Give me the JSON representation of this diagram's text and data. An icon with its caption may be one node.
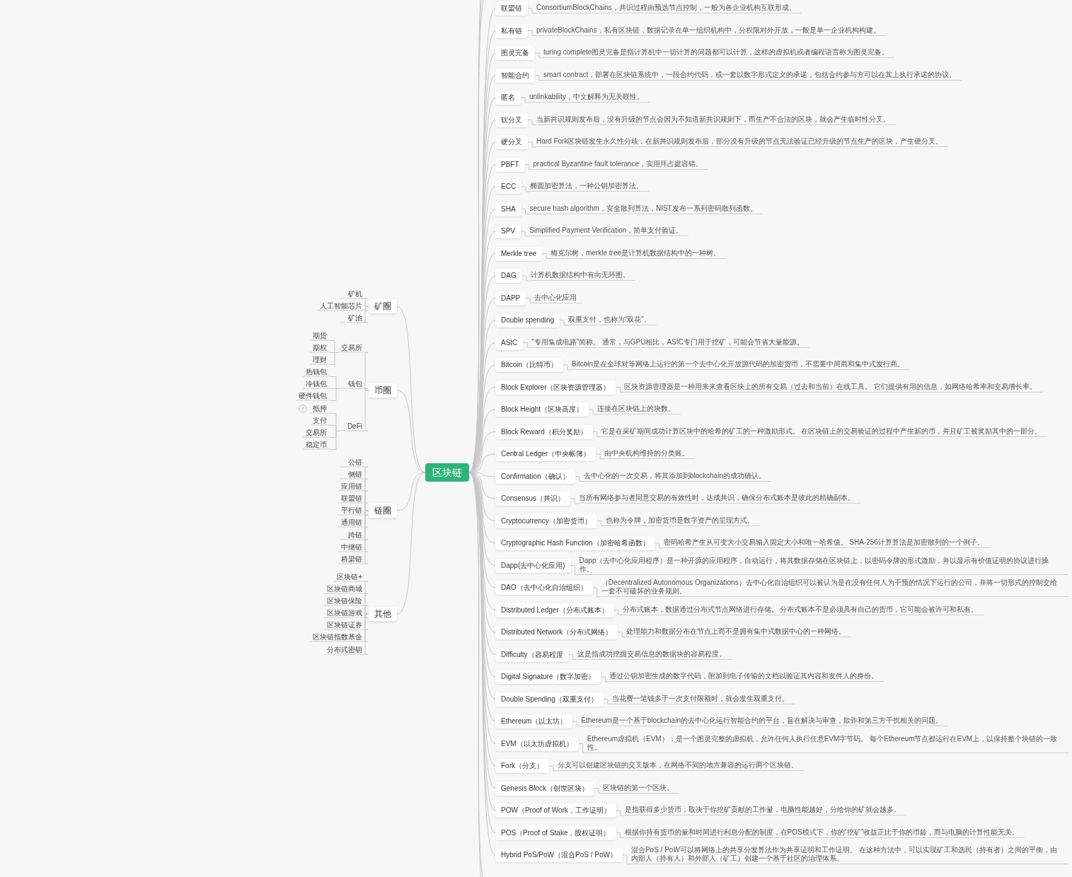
{
  "diagram": {
    "nodes": [
      {
        "text": [
          "区块链"
        ]
      },
      {
        "text": [
          "矿圈"
        ]
      },
      {
        "text": [
          "矿机"
        ]
      },
      {
        "text": [
          "人工智能芯片"
        ]
      },
      {
        "text": [
          "矿池"
        ]
      },
      {
        "text": [
          "币圈"
        ]
      },
      {
        "text": [
          "交易所"
        ]
      },
      {
        "text": [
          "期货"
        ]
      },
      {
        "text": [
          "期权"
        ]
      },
      {
        "text": [
          "理财"
        ]
      },
      {
        "text": [
          "钱包"
        ]
      },
      {
        "text": [
          "热钱包"
        ]
      },
      {
        "text": [
          "冷钱包"
        ]
      },
      {
        "text": [
          "硬件钱包"
        ]
      },
      {
        "text": [
          "DeFi"
        ]
      },
      {
        "text": [
          "抵押"
        ]
      },
      {
        "text": [
          "支付"
        ]
      },
      {
        "text": [
          "交易所"
        ]
      },
      {
        "text": [
          "稳定币"
        ]
      },
      {
        "text": [
          "链圈"
        ]
      },
      {
        "text": [
          "公链"
        ]
      },
      {
        "text": [
          "侧链"
        ]
      },
      {
        "text": [
          "应用链"
        ]
      },
      {
        "text": [
          "联盟链"
        ]
      },
      {
        "text": [
          "平行链"
        ]
      },
      {
        "text": [
          "通用链"
        ]
      },
      {
        "text": [
          "跨链"
        ]
      },
      {
        "text": [
          "中继链"
        ]
      },
      {
        "text": [
          "桥梁链"
        ]
      },
      {
        "text": [
          "其他"
        ]
      },
      {
        "text": [
          "区块链+"
        ]
      },
      {
        "text": [
          "区块链商城"
        ]
      },
      {
        "text": [
          "区块链保险"
        ]
      },
      {
        "text": [
          "区块链游戏"
        ]
      },
      {
        "text": [
          "区块链证券"
        ]
      },
      {
        "text": [
          "区块链指数基金"
        ]
      },
      {
        "text": [
          "分布式密钥"
        ]
      },
      {
        "text": [
          "联盟链"
        ]
      },
      {
        "text": [
          "ConsortiumBlockChains，共识过程由预选节点控制，一般为各企业机构互联形成。"
        ]
      },
      {
        "text": [
          "私有链"
        ]
      },
      {
        "text": [
          "privateBlockChains，私有区块链，数据记录在单一组织机构中，分权限对外开放，一般是单一企业机构构建。"
        ]
      },
      {
        "text": [
          "图灵完备"
        ]
      },
      {
        "text": [
          "turing complete图灵完备是指计算机中一切计算的问题都可以计算，这样的虚拟机或者编程语言称为图灵完备。"
        ]
      },
      {
        "text": [
          "智能合约"
        ]
      },
      {
        "text": [
          "smart contract，部署在区块链系统中，一段合约代码，或一套以数字形式定义的承诺，包括合约参与方可以在其上执行承诺的协议。"
        ]
      },
      {
        "text": [
          "匿名"
        ]
      },
      {
        "text": [
          "unlinkability，中文解释为无关联性。"
        ]
      },
      {
        "text": [
          "软分叉"
        ]
      },
      {
        "text": [
          "当新共识规则发布后，没有升级的节点会因为不知道新共识规则下，而生产不合法的区块，就会产生临时性分叉。"
        ]
      },
      {
        "text": [
          "硬分叉"
        ]
      },
      {
        "text": [
          "Hard Fork区块链发生永久性分歧，在新共识规则发布后，部分没有升级的节点无法验证已经升级的节点生产的区块，产生硬分叉。"
        ]
      },
      {
        "text": [
          "PBFT"
        ]
      },
      {
        "text": [
          "practical Byzantine fault tolerance，实用拜占庭容错。"
        ]
      },
      {
        "text": [
          "ECC"
        ]
      },
      {
        "text": [
          "椭圆加密算法，一种公钥加密算法。"
        ]
      },
      {
        "text": [
          "SHA"
        ]
      },
      {
        "text": [
          "secure hash algorithm，安全散列算法，NIST发布一系列密码散列函数。"
        ]
      },
      {
        "text": [
          "SPV"
        ]
      },
      {
        "text": [
          "Simplified Payment Verification，简单支付验证。"
        ]
      },
      {
        "text": [
          "Merkle tree"
        ]
      },
      {
        "text": [
          "梅克尔树，merkle tree是计算机数据结构中的一种树。"
        ]
      },
      {
        "text": [
          "DAG"
        ]
      },
      {
        "text": [
          "计算机数据结构中有向无环图。"
        ]
      },
      {
        "text": [
          "DAPP"
        ]
      },
      {
        "text": [
          "去中心化应用"
        ]
      },
      {
        "text": [
          "Double spending"
        ]
      },
      {
        "text": [
          "双重支付，也称为“双花”。"
        ]
      },
      {
        "text": [
          "ASIC"
        ]
      },
      {
        "text": [
          "“专用集成电路”简称。 通常，与GPU相比，ASIC专门用于挖矿，可能会节省大量能源。"
        ]
      },
      {
        "text": [
          "Bitcoin（比特币）"
        ]
      },
      {
        "text": [
          "Bitcoin是在全球对等网络上运行的第一个去中心化开放源代码的加密货币，不需要中间商和集中式发行商。"
        ]
      },
      {
        "text": [
          "Block Explorer（区块资源管理器）"
        ]
      },
      {
        "text": [
          "区块资源管理器是一种用来来查看区块上的所有交易（过去和当前）在线工具。 它们提供有用的信息，如网络哈希率和交易增长率。"
        ]
      },
      {
        "text": [
          "Block Height（区块高度）"
        ]
      },
      {
        "text": [
          "连接在区块链上的块数。"
        ]
      },
      {
        "text": [
          "Block Reward（积分奖励）"
        ]
      },
      {
        "text": [
          "它是在采矿期间成功计算区块中的哈希的矿工的一种激励形式。 在区块链上的交易验证的过程中产生新的币，并且矿工被奖励其中的一部分。"
        ]
      },
      {
        "text": [
          "Central Ledger（中央帐簿）"
        ]
      },
      {
        "text": [
          "由中央机构维持的分类账。"
        ]
      },
      {
        "text": [
          "Confirmation（确认）"
        ]
      },
      {
        "text": [
          "去中心化的一次交易，将其添加到blockchain的成功确认。"
        ]
      },
      {
        "text": [
          "Consensus（共识）"
        ]
      },
      {
        "text": [
          "当所有网络参与者同意交易的有效性时，达成共识，确保分布式账本是彼此的精确副本。"
        ]
      },
      {
        "text": [
          "Cryptocurrency（加密货币）"
        ]
      },
      {
        "text": [
          "也称为令牌，加密货币是数字资产的呈现方式。"
        ]
      },
      {
        "text": [
          "Cryptographic Hash Function（加密哈希函数）"
        ]
      },
      {
        "text": [
          "密码哈希产生从可变大小交易输入固定大小和唯一哈希值。 SHA-256计算算法是加密散列的一个例子。"
        ]
      },
      {
        "text": [
          "Dapp(去中心化应用)"
        ]
      },
      {
        "text": [
          "Dapp（去中心化应用程序）是一种开源的应用程序，自动运行，将其数据存储在区块链上，以密码令牌的形式激励，并以显示有价值证明的协议进行操作。"
        ]
      },
      {
        "text": [
          "DAO（去中心化自治组织）"
        ]
      },
      {
        "text": [
          "（Decentralized Autonomous Organizations）去中心化自治组织可以被认为是在没有任何人为干预的情况下运行的公司，并将一切形式的控制交给一套不可破坏的业务规则。"
        ]
      },
      {
        "text": [
          "Distributed Ledger（分布式账本）"
        ]
      },
      {
        "text": [
          "分布式账本，数据通过分布式节点网络进行存储。 分布式账本不是必须具有自己的货币，它可能会被许可和私有。"
        ]
      },
      {
        "text": [
          "Distributed Network（分布式网络）"
        ]
      },
      {
        "text": [
          "处理能力和数据分布在节点上而不是拥有集中式数据中心的一种网络。"
        ]
      },
      {
        "text": [
          "Difficulty（容易程度"
        ]
      },
      {
        "text": [
          "这是指成功挖掘交易信息的数据块的容易程度。"
        ]
      },
      {
        "text": [
          "Digital Signature（数字加密）"
        ]
      },
      {
        "text": [
          "通过公钥加密生成的数字代码，附加到电子传输的文档以验证其内容和发件人的身份。"
        ]
      },
      {
        "text": [
          "Double Spending（双重支付）"
        ]
      },
      {
        "text": [
          "当花费一笔钱多于一次支付限额时，就会发生双重支付。"
        ]
      },
      {
        "text": [
          "Ethereum（以太坊）"
        ]
      },
      {
        "text": [
          "Ethereum是一个基于blockchain的去中心化运行智能合约的平台，旨在解决与审查，欺诈和第三方干扰相关的问题。"
        ]
      },
      {
        "text": [
          "EVM（以太坊虚拟机）"
        ]
      },
      {
        "text": [
          "Ethereum虚拟机（EVM）：是一个图灵完整的虚拟机，允许任何人执行任意EVM字节码。 每个Ethereum节点都运行在EVM上，以保持整个块链的一致性。"
        ]
      },
      {
        "text": [
          "Fork（分支）"
        ]
      },
      {
        "text": [
          "分支可以创建区块链的交叉版本，在网络不同的地方兼容的运行两个区块链。"
        ]
      },
      {
        "text": [
          "Genesis Block（创世区块）"
        ]
      },
      {
        "text": [
          "区块链的第一个区块。"
        ]
      },
      {
        "text": [
          "POW（Proof of Work，工作证明）"
        ]
      },
      {
        "text": [
          "是指获得多少货币，取决于你挖矿贡献的工作量，电脑性能越好，分给你的矿就会越多。"
        ]
      },
      {
        "text": [
          "POS（Proof of Stake，股权证明）"
        ]
      },
      {
        "text": [
          "根据你持有货币的量和时间进行利息分配的制度，在POS模式下，你的“挖矿”收益正比于你的币龄，而与电脑的计算性能无关。"
        ]
      },
      {
        "text": [
          "Hybrid PoS/PoW（混合PoS / PoW）"
        ]
      },
      {
        "text": [
          "混合PoS / PoW可以将网络上的共享分发算法作为共享证明和工作证明。 在这种方法中，可以实现矿工和选民（持有者）之间的平衡，由内部人（持有人）和外部人（矿工）创建一个基于社区的治理体系。"
        ]
      }
    ],
    "edges": [
      {
        "from": 0,
        "to": 1,
        "arrow": "none"
      },
      {
        "from": 1,
        "to": 2,
        "arrow": "none"
      },
      {
        "from": 1,
        "to": 3,
        "arrow": "none"
      },
      {
        "from": 1,
        "to": 4,
        "arrow": "none"
      },
      {
        "from": 0,
        "to": 5,
        "arrow": "none"
      },
      {
        "from": 5,
        "to": 6,
        "arrow": "none"
      },
      {
        "from": 6,
        "to": 7,
        "arrow": "none"
      },
      {
        "from": 6,
        "to": 8,
        "arrow": "none"
      },
      {
        "from": 6,
        "to": 9,
        "arrow": "none"
      },
      {
        "from": 5,
        "to": 10,
        "arrow": "none"
      },
      {
        "from": 10,
        "to": 11,
        "arrow": "none"
      },
      {
        "from": 10,
        "to": 12,
        "arrow": "none"
      },
      {
        "from": 10,
        "to": 13,
        "arrow": "none"
      },
      {
        "from": 5,
        "to": 14,
        "arrow": "none"
      },
      {
        "from": 14,
        "to": 15,
        "arrow": "none"
      },
      {
        "from": 14,
        "to": 16,
        "arrow": "none"
      },
      {
        "from": 14,
        "to": 17,
        "arrow": "none"
      },
      {
        "from": 14,
        "to": 18,
        "arrow": "none"
      },
      {
        "from": 0,
        "to": 19,
        "arrow": "none"
      },
      {
        "from": 19,
        "to": 20,
        "arrow": "none"
      },
      {
        "from": 19,
        "to": 21,
        "arrow": "none"
      },
      {
        "from": 19,
        "to": 22,
        "arrow": "none"
      },
      {
        "from": 19,
        "to": 23,
        "arrow": "none"
      },
      {
        "from": 19,
        "to": 24,
        "arrow": "none"
      },
      {
        "from": 19,
        "to": 25,
        "arrow": "none"
      },
      {
        "from": 19,
        "to": 26,
        "arrow": "none"
      },
      {
        "from": 19,
        "to": 27,
        "arrow": "none"
      },
      {
        "from": 19,
        "to": 28,
        "arrow": "none"
      },
      {
        "from": 0,
        "to": 29,
        "arrow": "none"
      },
      {
        "from": 29,
        "to": 30,
        "arrow": "none"
      },
      {
        "from": 29,
        "to": 31,
        "arrow": "none"
      },
      {
        "from": 29,
        "to": 32,
        "arrow": "none"
      },
      {
        "from": 29,
        "to": 33,
        "arrow": "none"
      },
      {
        "from": 29,
        "to": 34,
        "arrow": "none"
      },
      {
        "from": 29,
        "to": 35,
        "arrow": "none"
      },
      {
        "from": 29,
        "to": 36,
        "arrow": "none"
      },
      {
        "from": 0,
        "to": 37,
        "arrow": "none"
      },
      {
        "from": 37,
        "to": 38,
        "arrow": "none"
      },
      {
        "from": 0,
        "to": 39,
        "arrow": "none"
      },
      {
        "from": 39,
        "to": 40,
        "arrow": "none"
      },
      {
        "from": 0,
        "to": 41,
        "arrow": "none"
      },
      {
        "from": 41,
        "to": 42,
        "arrow": "none"
      },
      {
        "from": 0,
        "to": 43,
        "arrow": "none"
      },
      {
        "from": 43,
        "to": 44,
        "arrow": "none"
      },
      {
        "from": 0,
        "to": 45,
        "arrow": "none"
      },
      {
        "from": 45,
        "to": 46,
        "arrow": "none"
      },
      {
        "from": 0,
        "to": 47,
        "arrow": "none"
      },
      {
        "from": 47,
        "to": 48,
        "arrow": "none"
      },
      {
        "from": 0,
        "to": 49,
        "arrow": "none"
      },
      {
        "from": 49,
        "to": 50,
        "arrow": "none"
      },
      {
        "from": 0,
        "to": 51,
        "arrow": "none"
      },
      {
        "from": 51,
        "to": 52,
        "arrow": "none"
      },
      {
        "from": 0,
        "to": 53,
        "arrow": "none"
      },
      {
        "from": 53,
        "to": 54,
        "arrow": "none"
      },
      {
        "from": 0,
        "to": 55,
        "arrow": "none"
      },
      {
        "from": 55,
        "to": 56,
        "arrow": "none"
      },
      {
        "from": 0,
        "to": 57,
        "arrow": "none"
      },
      {
        "from": 57,
        "to": 58,
        "arrow": "none"
      },
      {
        "from": 0,
        "to": 59,
        "arrow": "none"
      },
      {
        "from": 59,
        "to": 60,
        "arrow": "none"
      },
      {
        "from": 0,
        "to": 61,
        "arrow": "none"
      },
      {
        "from": 61,
        "to": 62,
        "arrow": "none"
      },
      {
        "from": 0,
        "to": 63,
        "arrow": "none"
      },
      {
        "from": 63,
        "to": 64,
        "arrow": "none"
      },
      {
        "from": 0,
        "to": 65,
        "arrow": "none"
      },
      {
        "from": 65,
        "to": 66,
        "arrow": "none"
      },
      {
        "from": 0,
        "to": 67,
        "arrow": "none"
      },
      {
        "from": 67,
        "to": 68,
        "arrow": "none"
      },
      {
        "from": 0,
        "to": 69,
        "arrow": "none"
      },
      {
        "from": 69,
        "to": 70,
        "arrow": "none"
      },
      {
        "from": 0,
        "to": 71,
        "arrow": "none"
      },
      {
        "from": 71,
        "to": 72,
        "arrow": "none"
      },
      {
        "from": 0,
        "to": 73,
        "arrow": "none"
      },
      {
        "from": 73,
        "to": 74,
        "arrow": "none"
      },
      {
        "from": 0,
        "to": 75,
        "arrow": "none"
      },
      {
        "from": 75,
        "to": 76,
        "arrow": "none"
      },
      {
        "from": 0,
        "to": 77,
        "arrow": "none"
      },
      {
        "from": 77,
        "to": 78,
        "arrow": "none"
      },
      {
        "from": 0,
        "to": 79,
        "arrow": "none"
      },
      {
        "from": 79,
        "to": 80,
        "arrow": "none"
      },
      {
        "from": 0,
        "to": 81,
        "arrow": "none"
      },
      {
        "from": 81,
        "to": 82,
        "arrow": "none"
      },
      {
        "from": 0,
        "to": 83,
        "arrow": "none"
      },
      {
        "from": 83,
        "to": 84,
        "arrow": "none"
      },
      {
        "from": 0,
        "to": 85,
        "arrow": "none"
      },
      {
        "from": 85,
        "to": 86,
        "arrow": "none"
      },
      {
        "from": 0,
        "to": 87,
        "arrow": "none"
      },
      {
        "from": 87,
        "to": 88,
        "arrow": "none"
      },
      {
        "from": 0,
        "to": 89,
        "arrow": "none"
      },
      {
        "from": 89,
        "to": 90,
        "arrow": "none"
      },
      {
        "from": 0,
        "to": 91,
        "arrow": "none"
      },
      {
        "from": 91,
        "to": 92,
        "arrow": "none"
      },
      {
        "from": 0,
        "to": 93,
        "arrow": "none"
      },
      {
        "from": 93,
        "to": 94,
        "arrow": "none"
      },
      {
        "from": 0,
        "to": 95,
        "arrow": "none"
      },
      {
        "from": 95,
        "to": 96,
        "arrow": "none"
      },
      {
        "from": 0,
        "to": 97,
        "arrow": "none"
      },
      {
        "from": 97,
        "to": 98,
        "arrow": "none"
      },
      {
        "from": 0,
        "to": 99,
        "arrow": "none"
      },
      {
        "from": 99,
        "to": 100,
        "arrow": "none"
      },
      {
        "from": 0,
        "to": 101,
        "arrow": "none"
      },
      {
        "from": 101,
        "to": 102,
        "arrow": "none"
      },
      {
        "from": 0,
        "to": 103,
        "arrow": "none"
      },
      {
        "from": 103,
        "to": 104,
        "arrow": "none"
      },
      {
        "from": 0,
        "to": 105,
        "arrow": "none"
      },
      {
        "from": 105,
        "to": 106,
        "arrow": "none"
      },
      {
        "from": 0,
        "to": 107,
        "arrow": "none"
      },
      {
        "from": 107,
        "to": 108,
        "arrow": "none"
      },
      {
        "from": 0,
        "to": 109,
        "arrow": "none"
      },
      {
        "from": 109,
        "to": 110,
        "arrow": "none"
      },
      {
        "from": 0,
        "to": 111,
        "arrow": "none"
      },
      {
        "from": 111,
        "to": 112,
        "arrow": "none"
      },
      {
        "from": 0,
        "to": 113,
        "arrow": "none"
      },
      {
        "from": 113,
        "to": 114,
        "arrow": "none"
      },
      {
        "from": 0,
        "to": null,
        "arrow": "none"
      },
      {
        "from": 0,
        "to": null,
        "arrow": "none"
      },
      {
        "from": 0,
        "to": null,
        "arrow": "none"
      },
      {
        "from": 0,
        "to": null,
        "arrow": "none"
      },
      {
        "from": 0,
        "to": null,
        "arrow": "none"
      }
    ]
  }
}
